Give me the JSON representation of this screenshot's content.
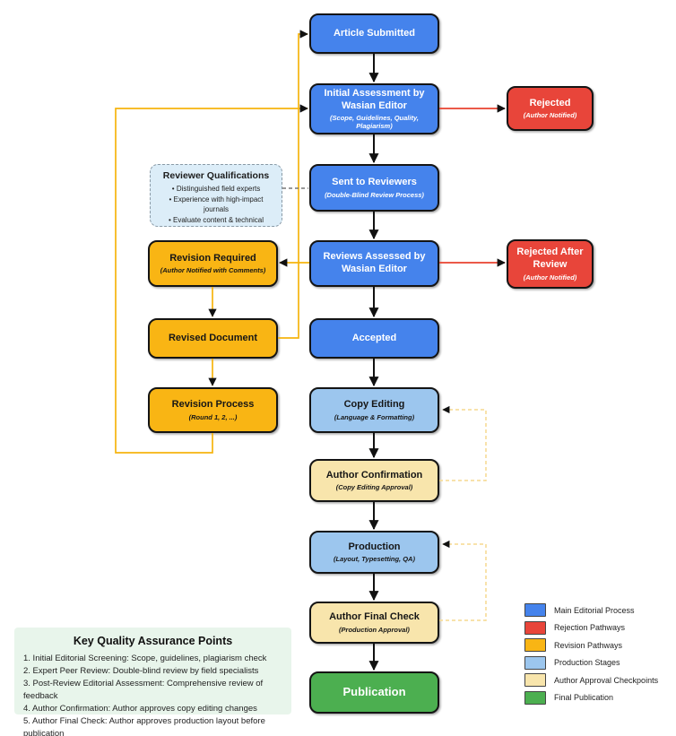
{
  "palette": {
    "main_editorial": "#4583EC",
    "rejection": "#E8453A",
    "revision": "#F9B514",
    "production_stage": "#9CC6EE",
    "author_approval": "#F8E5AC",
    "final_publication": "#4CAF50",
    "reviewer_note_bg": "#DCEDF8",
    "qa_panel_bg": "#E8F5EB"
  },
  "nodes": {
    "article_submitted": {
      "title": "Article Submitted"
    },
    "initial_assessment": {
      "title": "Initial Assessment by Wasian Editor",
      "subtitle": "(Scope, Guidelines, Quality, Plagiarism)"
    },
    "rejected": {
      "title": "Rejected",
      "subtitle": "(Author Notified)"
    },
    "sent_to_reviewers": {
      "title": "Sent to Reviewers",
      "subtitle": "(Double-Blind Review Process)"
    },
    "revision_required": {
      "title": "Revision Required",
      "subtitle": "(Author Notified with Comments)"
    },
    "reviews_assessed": {
      "title": "Reviews Assessed by Wasian Editor"
    },
    "rejected_after_review": {
      "title": "Rejected After Review",
      "subtitle": "(Author Notified)"
    },
    "revised_document": {
      "title": "Revised Document"
    },
    "accepted": {
      "title": "Accepted"
    },
    "revision_process": {
      "title": "Revision Process",
      "subtitle": "(Round 1, 2, ...)"
    },
    "copy_editing": {
      "title": "Copy Editing",
      "subtitle": "(Language & Formatting)"
    },
    "author_confirmation": {
      "title": "Author Confirmation",
      "subtitle": "(Copy Editing Approval)"
    },
    "production": {
      "title": "Production",
      "subtitle": "(Layout, Typesetting, QA)"
    },
    "author_final_check": {
      "title": "Author Final Check",
      "subtitle": "(Production Approval)"
    },
    "publication": {
      "title": "Publication"
    }
  },
  "reviewer_qualifications": {
    "title": "Reviewer Qualifications",
    "bullets": [
      "• Distinguished field experts",
      "• Experience with high-impact journals",
      "• Evaluate content & technical"
    ]
  },
  "qa_panel": {
    "title": "Key Quality Assurance Points",
    "items": [
      "1. Initial Editorial Screening: Scope, guidelines, plagiarism check",
      "2. Expert Peer Review: Double-blind review by field specialists",
      "3. Post-Review Editorial Assessment: Comprehensive review of feedback",
      "4. Author Confirmation: Author approves copy editing changes",
      "5. Author Final Check: Author approves production layout before publication"
    ]
  },
  "legend": {
    "items": [
      {
        "label": "Main Editorial Process",
        "color": "#4583EC"
      },
      {
        "label": "Rejection Pathways",
        "color": "#E8453A"
      },
      {
        "label": "Revision Pathways",
        "color": "#F9B514"
      },
      {
        "label": "Production Stages",
        "color": "#9CC6EE"
      },
      {
        "label": "Author Approval Checkpoints",
        "color": "#F8E5AC"
      },
      {
        "label": "Final Publication",
        "color": "#4CAF50"
      }
    ]
  }
}
